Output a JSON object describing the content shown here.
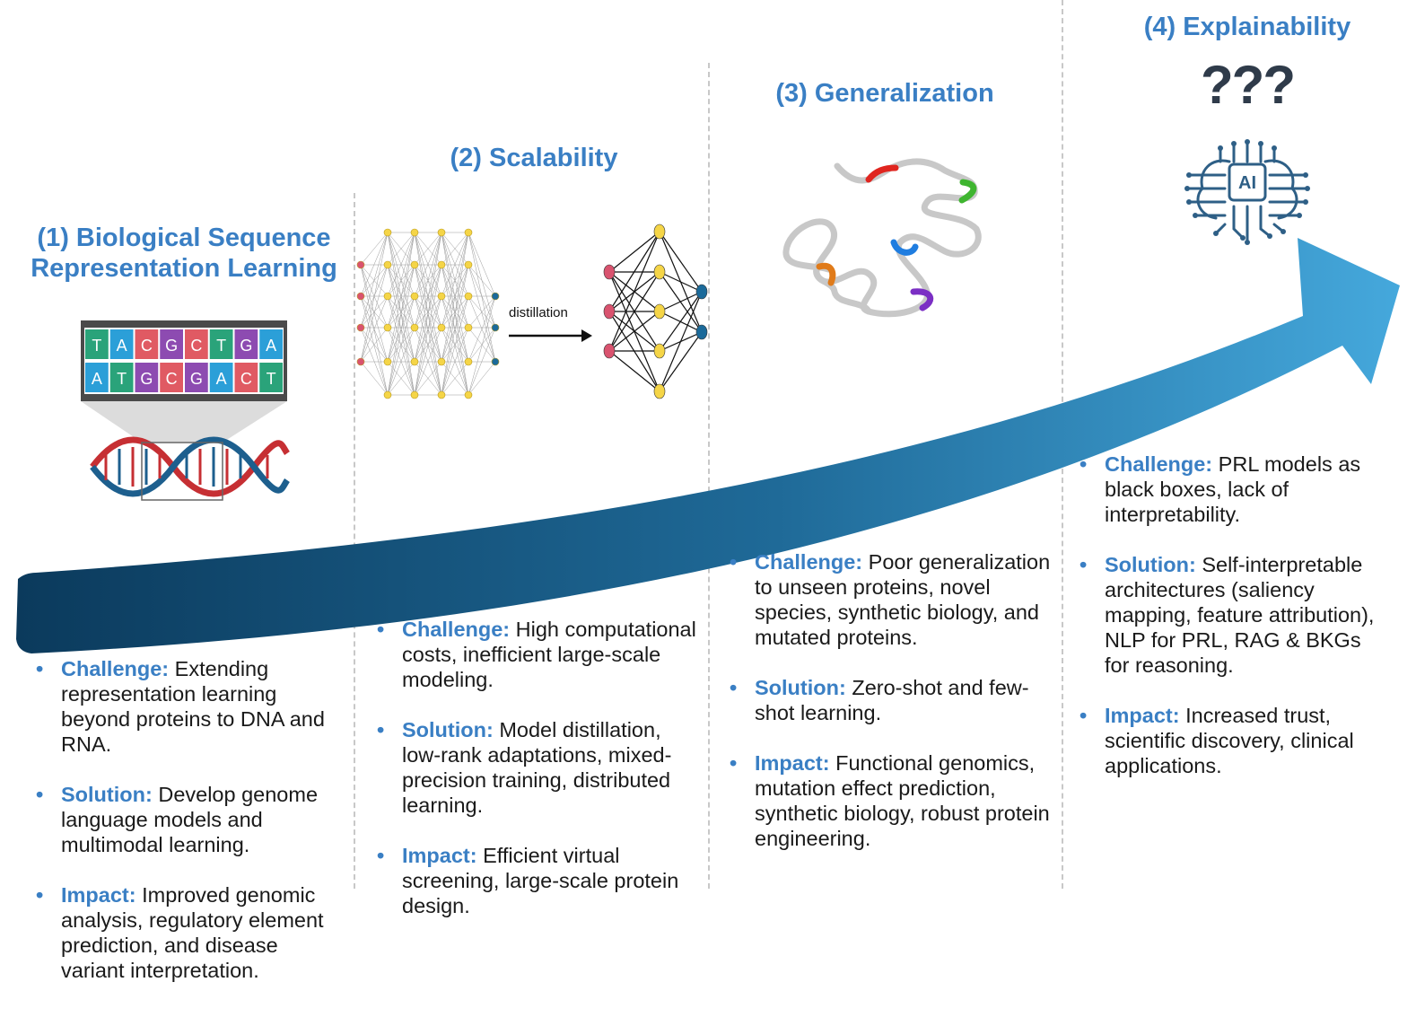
{
  "colors": {
    "accent": "#3a7fc4",
    "arrow_start": "#0b3a5c",
    "arrow_end": "#45a8dc",
    "dna_red": "#c62f33",
    "dna_blue": "#1d5f8e"
  },
  "stages": [
    {
      "title_lines": [
        "(1) Biological Sequence",
        "Representation Learning"
      ],
      "dna_top": [
        "T",
        "A",
        "C",
        "G",
        "C",
        "T",
        "G",
        "A"
      ],
      "dna_bottom": [
        "A",
        "T",
        "G",
        "C",
        "G",
        "A",
        "C",
        "T"
      ],
      "bullets": [
        {
          "key": "Challenge:",
          "text": " Extending representation learning beyond proteins to DNA and RNA."
        },
        {
          "key": "Solution:",
          "text": " Develop genome language models and multimodal learning."
        },
        {
          "key": "Impact:",
          "text": " Improved genomic analysis, regulatory element prediction, and disease variant interpretation."
        }
      ]
    },
    {
      "title_lines": [
        "(2) Scalability"
      ],
      "distillation_label": "distillation",
      "bullets": [
        {
          "key": "Challenge:",
          "text": " High computational costs, inefficient large-scale modeling."
        },
        {
          "key": "Solution:",
          "text": " Model distillation, low-rank adaptations, mixed-precision training, distributed learning."
        },
        {
          "key": "Impact:",
          "text": " Efficient virtual screening, large-scale protein design."
        }
      ]
    },
    {
      "title_lines": [
        "(3) Generalization"
      ],
      "bullets": [
        {
          "key": "Challenge:",
          "text": "  Poor generalization to unseen proteins, novel species, synthetic biology, and mutated proteins."
        },
        {
          "key": "Solution:",
          "text": "  Zero-shot and few-shot learning."
        },
        {
          "key": "Impact:",
          "text": " Functional genomics, mutation effect prediction, synthetic biology, robust protein engineering."
        }
      ]
    },
    {
      "title_lines": [
        "(4) Explainability"
      ],
      "ai_label": "AI",
      "question_marks": "???",
      "bullets": [
        {
          "key": "Challenge:",
          "text": " PRL models as black boxes, lack of interpretability."
        },
        {
          "key": "Solution:",
          "text": " Self-interpretable architectures (saliency mapping, feature attribution), NLP for PRL, RAG & BKGs for reasoning."
        },
        {
          "key": "Impact:",
          "text": " Increased trust, scientific discovery, clinical applications."
        }
      ]
    }
  ]
}
